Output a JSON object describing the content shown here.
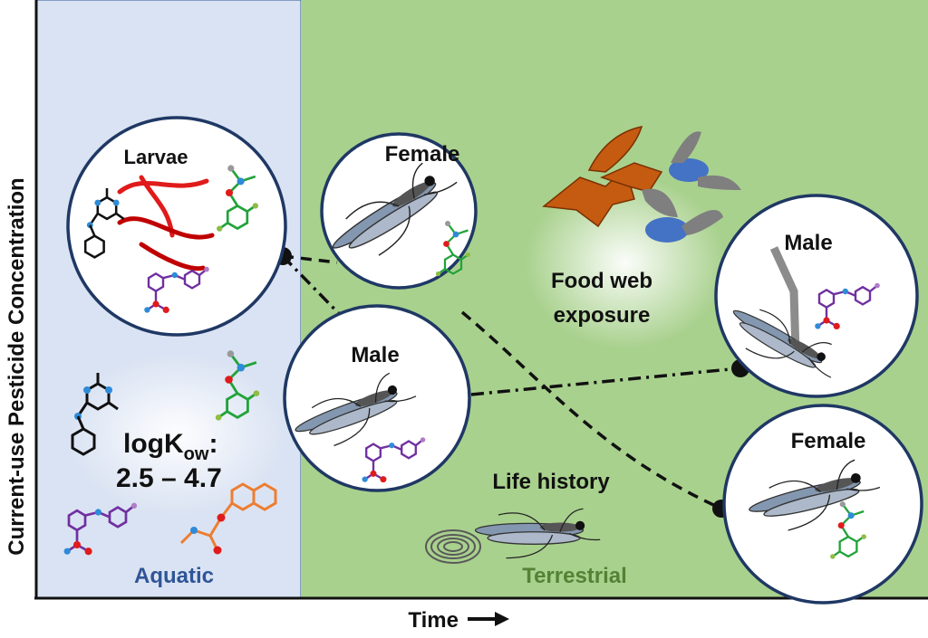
{
  "axes": {
    "y_label": "Current-use Pesticide Concentration",
    "x_label": "Time"
  },
  "zones": {
    "aquatic": "Aquatic",
    "terrestrial": "Terrestrial"
  },
  "circles": {
    "larvae": "Larvae",
    "female_emergent": "Female",
    "male_emergent": "Male",
    "male_terrestrial": "Male",
    "female_terrestrial": "Female"
  },
  "annotations": {
    "food_web": [
      "Food web",
      "exposure"
    ],
    "life_history": "Life history",
    "logkow_prefix": "logK",
    "logkow_sub": "ow",
    "logkow_suffix": ":",
    "logkow_range": "2.5 – 4.7"
  },
  "colors": {
    "aquatic_bg": "#dae3f3",
    "terrestrial_bg": "#a9d18e",
    "circle_stroke": "#1f3864",
    "aquatic_text": "#2f5597",
    "terrestrial_text": "#548235",
    "bat": "#c55a11",
    "bird": "#4472c4",
    "larva": "#e01b1b",
    "green_molecule": "#22a33a",
    "purple_molecule": "#7030a0",
    "orange_molecule": "#ed7d31"
  }
}
